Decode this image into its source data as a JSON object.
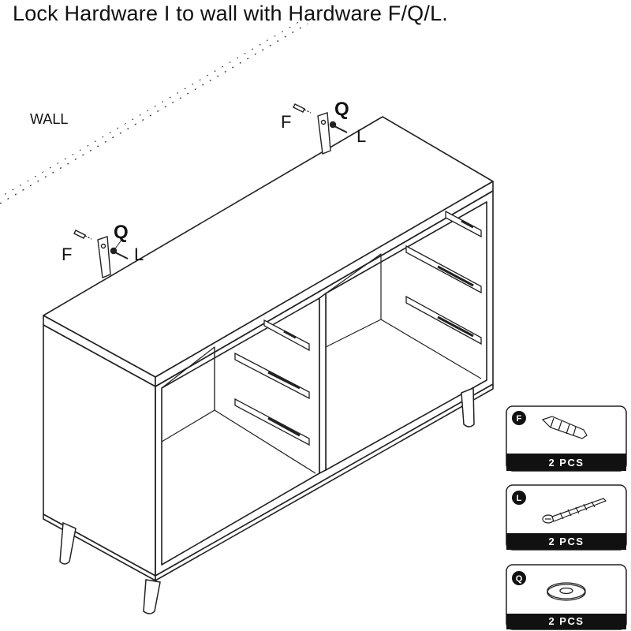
{
  "instruction": "Lock Hardware I to wall with Hardware F/Q/L.",
  "labels": {
    "wall": "WALL",
    "f": "F",
    "q": "Q",
    "l": "L"
  },
  "parts": [
    {
      "letter": "F",
      "icon": "wall-anchor-icon",
      "quantity": "2 PCS"
    },
    {
      "letter": "L",
      "icon": "screw-icon",
      "quantity": "2 PCS"
    },
    {
      "letter": "Q",
      "icon": "washer-icon",
      "quantity": "2 PCS"
    }
  ]
}
